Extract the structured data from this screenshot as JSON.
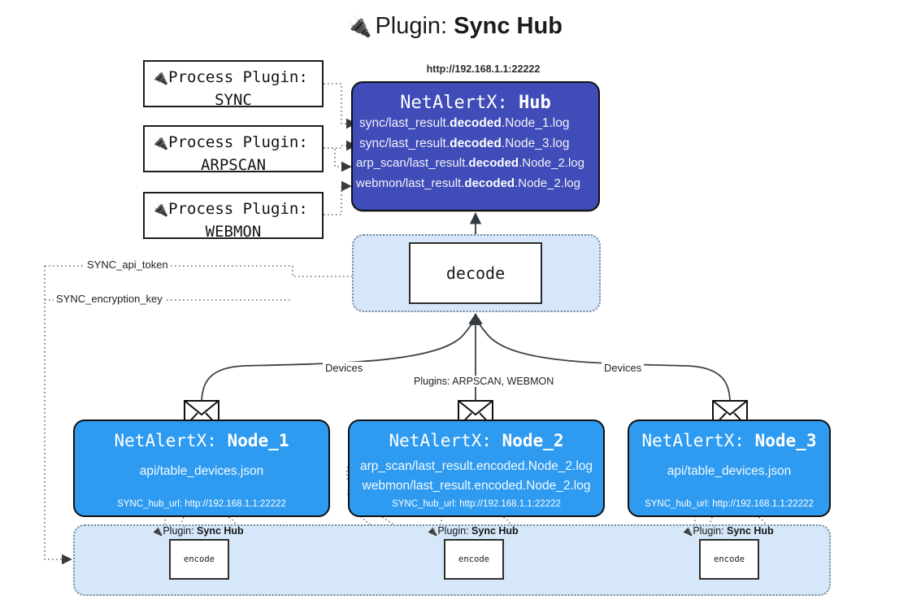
{
  "title": {
    "icon": "plug-icon",
    "prefix": "Plugin:",
    "name": "Sync Hub",
    "glyph": "🔌"
  },
  "process_plugins": [
    {
      "icon": "plug-icon",
      "line1": "Process Plugin:",
      "line2": "SYNC"
    },
    {
      "icon": "plug-icon",
      "line1": "Process Plugin:",
      "line2": "ARPSCAN"
    },
    {
      "icon": "plug-icon",
      "line1": "Process Plugin:",
      "line2": "WEBMON"
    }
  ],
  "hub": {
    "url": "http://192.168.1.1:22222",
    "title_prefix": "NetAlertX:",
    "title_name": "Hub",
    "rows": [
      {
        "pre": "sync/last_result.",
        "strong": "decoded",
        "post": ".Node_1.log"
      },
      {
        "pre": "sync/last_result.",
        "strong": "decoded",
        "post": ".Node_3.log"
      },
      {
        "pre": "arp_scan/last_result.",
        "strong": "decoded",
        "post": ".Node_2.log"
      },
      {
        "pre": "webmon/last_result.",
        "strong": "decoded",
        "post": ".Node_2.log"
      }
    ]
  },
  "decode": {
    "label": "decode"
  },
  "config_edges": [
    {
      "label": "SYNC_api_token"
    },
    {
      "label": "SYNC_encryption_key"
    }
  ],
  "flow_labels": {
    "devices_left": "Devices",
    "devices_right": "Devices",
    "plugins_center": "Plugins: ARPSCAN, WEBMON"
  },
  "nodes": [
    {
      "title_prefix": "NetAlertX:",
      "title_name": "Node_1",
      "lines": [
        "api/table_devices.json"
      ],
      "footer": "SYNC_hub_url: http://192.168.1.1:22222"
    },
    {
      "title_prefix": "NetAlertX:",
      "title_name": "Node_2",
      "lines": [
        "arp_scan/last_result.encoded.Node_2.log",
        "webmon/last_result.encoded.Node_2.log"
      ],
      "footer": "SYNC_hub_url: http://192.168.1.1:22222"
    },
    {
      "title_prefix": "NetAlertX:",
      "title_name": "Node_3",
      "lines": [
        "api/table_devices.json"
      ],
      "footer": "SYNC_hub_url: http://192.168.1.1:22222"
    }
  ],
  "encoders": [
    {
      "caption_prefix": "Plugin:",
      "caption_name": "Sync Hub",
      "label": "encode",
      "glyph": "🔌"
    },
    {
      "caption_prefix": "Plugin:",
      "caption_name": "Sync Hub",
      "label": "encode",
      "glyph": "🔌"
    },
    {
      "caption_prefix": "Plugin:",
      "caption_name": "Sync Hub",
      "label": "encode",
      "glyph": "🔌"
    }
  ],
  "colors": {
    "hub_fill": "#404cb8",
    "node_fill": "#2e9bf0",
    "container_fill": "#d5e7f8",
    "stroke": "#101010",
    "dotted_stroke": "#7a8b99"
  }
}
